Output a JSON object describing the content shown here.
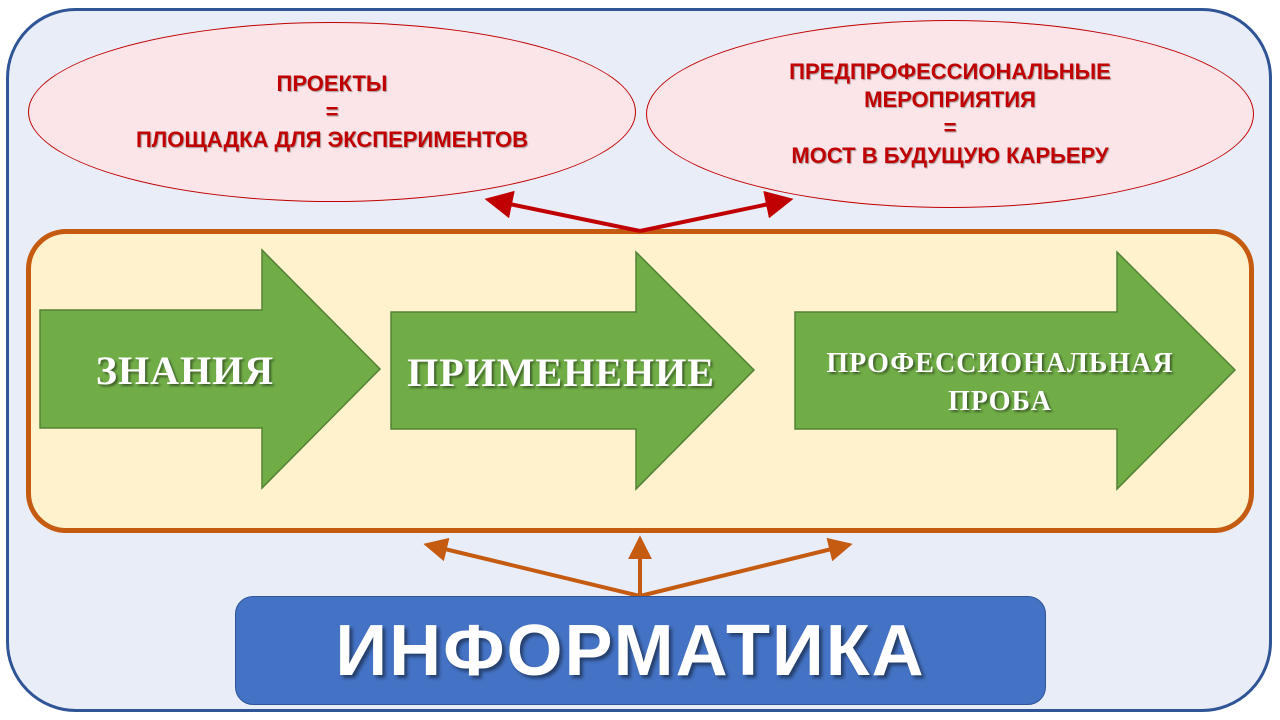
{
  "colors": {
    "frame_border": "#2f5597",
    "frame_fill": "#e9edf7",
    "ellipse_text": "#c00000",
    "ellipse_fill": "#fbe5e9",
    "core_border": "#c55a11",
    "core_fill": "#fff2cc",
    "green_arrow": "#70ad47",
    "blue_box": "#4472c4"
  },
  "top": {
    "left": {
      "lines": [
        "ПРОЕКТЫ",
        "=",
        "ПЛОЩАДКА ДЛЯ ЭКСПЕРИМЕНТОВ"
      ]
    },
    "right": {
      "lines": [
        "ПРЕДПРОФЕССИОНАЛЬНЫЕ",
        "МЕРОПРИЯТИЯ",
        "=",
        "МОСТ В БУДУЩУЮ КАРЬЕРУ"
      ]
    }
  },
  "stages": [
    {
      "label": "ЗНАНИЯ"
    },
    {
      "label": "ПРИМЕНЕНИЕ"
    },
    {
      "label_line1": "ПРОФЕССИОНАЛЬНАЯ",
      "label_line2": "ПРОБА"
    }
  ],
  "bottom": {
    "label": "ИНФОРМАТИКА"
  }
}
